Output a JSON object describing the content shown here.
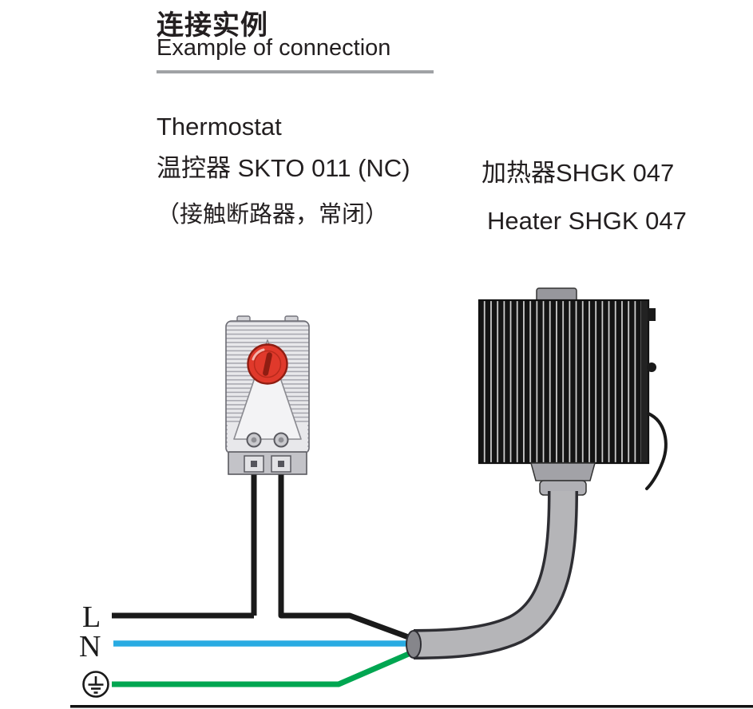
{
  "header": {
    "title_zh": "连接实例",
    "title_en": "Example of connection"
  },
  "labels": {
    "thermostat_en": "Thermostat",
    "thermostat_zh": "温控器 SKTO 011 (NC)",
    "thermostat_note_zh": "（接触断路器，常闭）",
    "heater_zh": "加热器SHGK 047",
    "heater_en": "Heater SHGK 047"
  },
  "wiring": {
    "line_label": "L",
    "neutral_label": "N",
    "earth_icon": "earth-ground-symbol",
    "colors": {
      "line": "#1a1a1a",
      "neutral": "#29abe2",
      "earth": "#00a651",
      "cable_fill": "#b5b5b8",
      "cable_outline": "#2e2e33",
      "dial_red": "#e0392b"
    }
  }
}
